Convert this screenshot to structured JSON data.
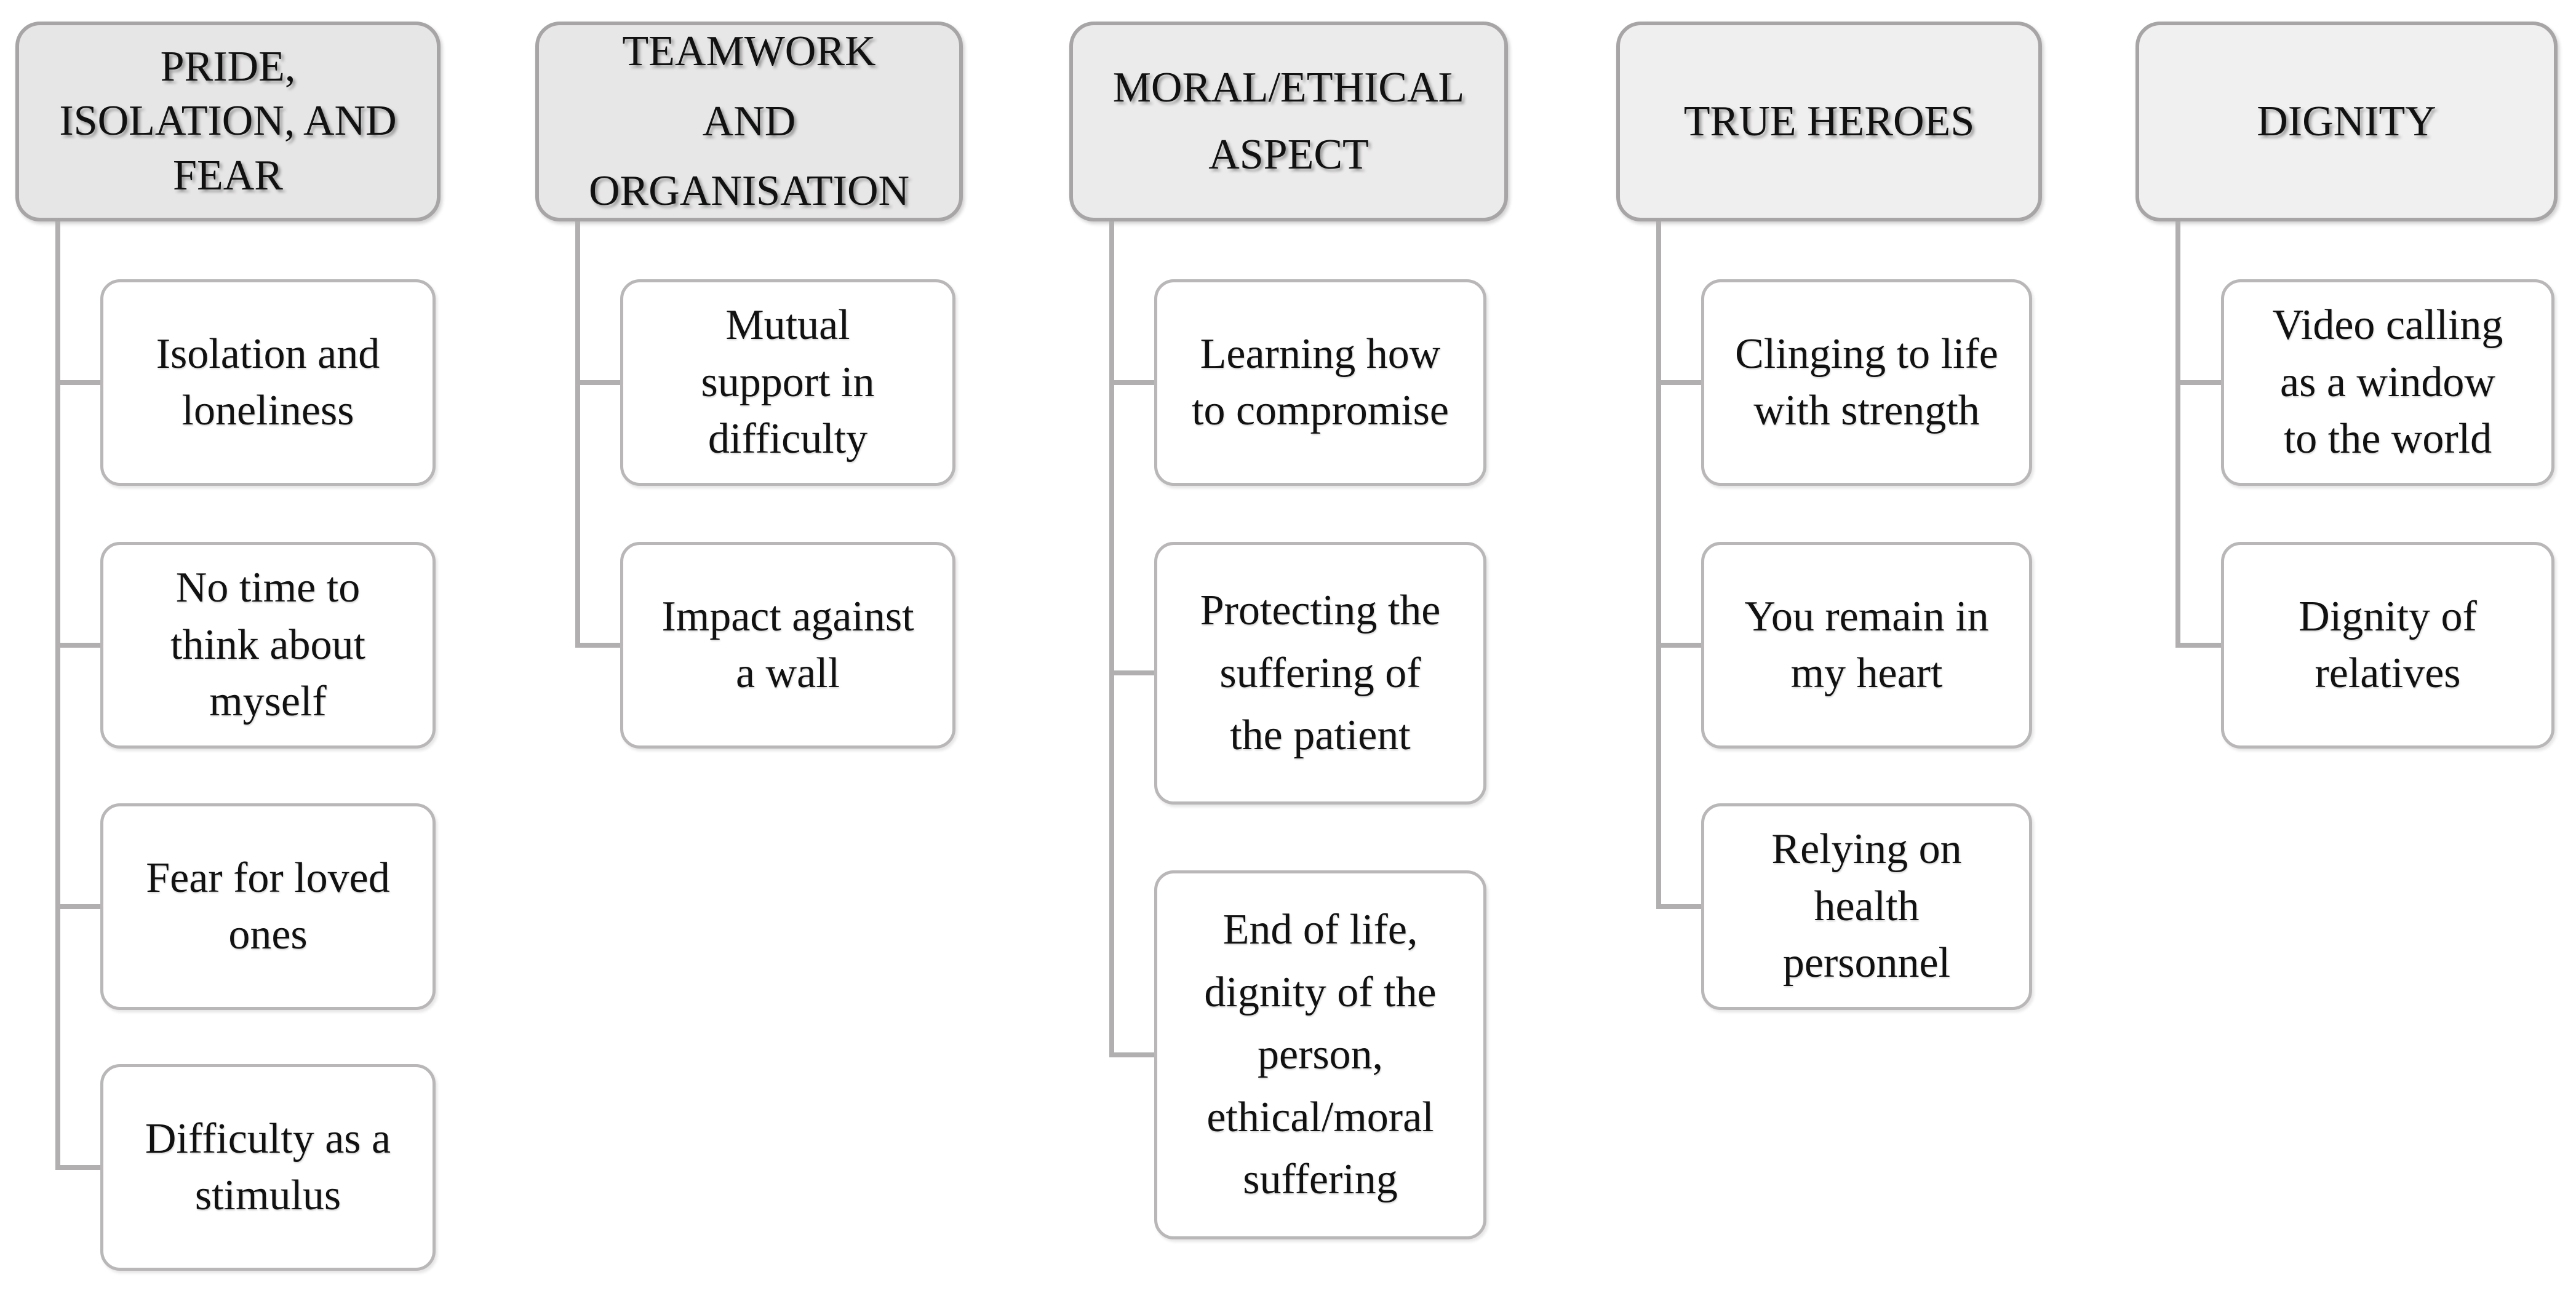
{
  "figure": {
    "type": "thematic-hierarchy-diagram",
    "background": "#ffffff",
    "connector_color": "#b1afaf",
    "child_box": {
      "fill": "#ffffff",
      "border": "#b9b7b7"
    },
    "header_border": "#a7a5a5"
  },
  "columns": [
    {
      "header": {
        "label": "PRIDE,\nISOLATION, AND\nFEAR",
        "fill": "#e7e6e6"
      },
      "children": [
        {
          "label": "Isolation and\nloneliness"
        },
        {
          "label": "No time to\nthink about\nmyself"
        },
        {
          "label": "Fear for loved\nones"
        },
        {
          "label": "Difficulty as a\nstimulus"
        }
      ]
    },
    {
      "header": {
        "label": "TEAMWORK\nAND\nORGANISATION",
        "fill": "#e8e7e7"
      },
      "children": [
        {
          "label": "Mutual\nsupport in\ndifficulty"
        },
        {
          "label": "Impact against\na wall"
        }
      ]
    },
    {
      "header": {
        "label": "MORAL/ETHICAL\nASPECT",
        "fill": "#ecebeb"
      },
      "children": [
        {
          "label": "Learning how\nto compromise"
        },
        {
          "label": "Protecting the\nsuffering of\nthe patient"
        },
        {
          "label": "End of life,\ndignity of the\nperson,\nethical/moral\nsuffering"
        }
      ]
    },
    {
      "header": {
        "label": "TRUE HEROES",
        "fill": "#f0efef"
      },
      "children": [
        {
          "label": "Clinging to life\nwith strength"
        },
        {
          "label": "You remain in\nmy heart"
        },
        {
          "label": "Relying on\nhealth\npersonnel"
        }
      ]
    },
    {
      "header": {
        "label": "DIGNITY",
        "fill": "#f1f0f0"
      },
      "children": [
        {
          "label": "Video calling\nas a window\nto the world"
        },
        {
          "label": "Dignity of\nrelatives"
        }
      ]
    }
  ]
}
